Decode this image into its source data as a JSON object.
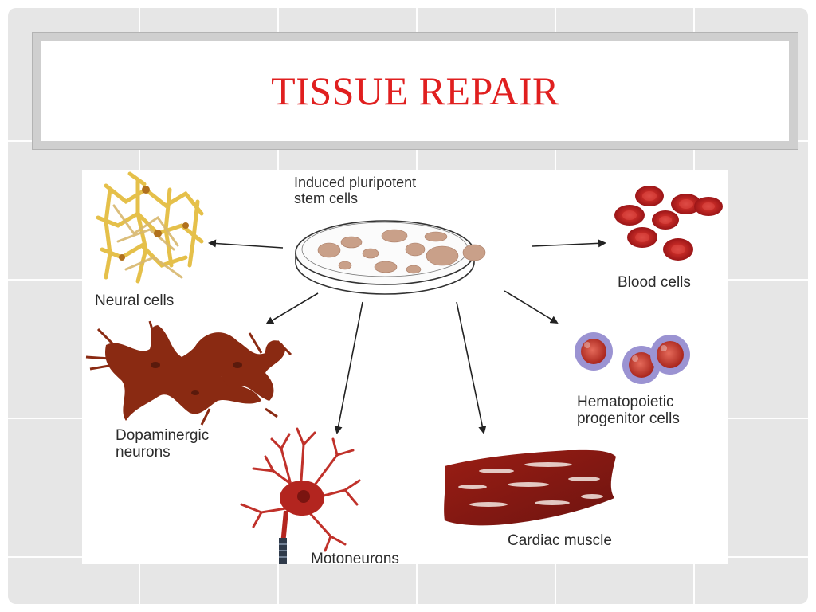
{
  "slide": {
    "title": "TISSUE REPAIR"
  },
  "figure": {
    "source": {
      "line1": "Induced pluripotent",
      "line2": "stem cells"
    },
    "targets": {
      "neural": "Neural cells",
      "blood": "Blood cells",
      "dopaminergic": {
        "line1": "Dopaminergic",
        "line2": "neurons"
      },
      "hematopoietic": {
        "line1": "Hematopoietic",
        "line2": "progenitor cells"
      },
      "motoneurons": "Motoneurons",
      "cardiac": "Cardiac muscle"
    },
    "colors": {
      "title_red": "#e01f1f",
      "blood_red": "#b3191c",
      "tissue_brown": "#8a2a12",
      "neural_yellow": "#e6c640",
      "progenitor_ring": "#8f86c9"
    }
  }
}
